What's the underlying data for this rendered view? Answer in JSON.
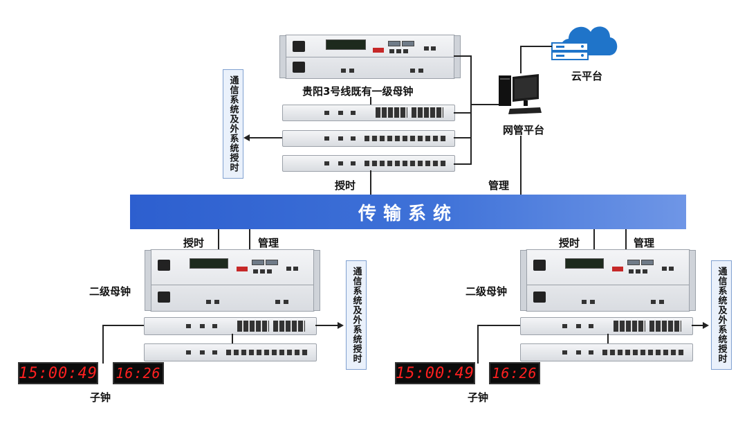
{
  "bus": {
    "label": "传输系统"
  },
  "top": {
    "master_clock_label": "贵阳3号线既有一级母钟",
    "left_box_text": "通信系统及外系统授时",
    "timing_label": "授时",
    "manage_label": "管理",
    "nms_label": "网管平台",
    "cloud_label": "云平台"
  },
  "bottom_left": {
    "timing_label": "授时",
    "manage_label": "管理",
    "secondary_clock_label": "二级母钟",
    "right_box_text": "通信系统及外系统授时",
    "sub_clock_label": "子钟",
    "clock_large_time": "15:00:49",
    "clock_small_time": "16:26"
  },
  "bottom_right": {
    "timing_label": "授时",
    "manage_label": "管理",
    "secondary_clock_label": "二级母钟",
    "right_box_text": "通信系统及外系统授时",
    "sub_clock_label": "子钟",
    "clock_large_time": "15:00:49",
    "clock_small_time": "16:26"
  },
  "colors": {
    "bus_start": "#2d5fcf",
    "bus_end": "#6f96e6",
    "cloud": "#1f74c9",
    "led": "#ff2020"
  },
  "icons": [
    "cloud-server-icon",
    "workstation-icon",
    "arrow-left-icon",
    "arrow-right-icon"
  ]
}
